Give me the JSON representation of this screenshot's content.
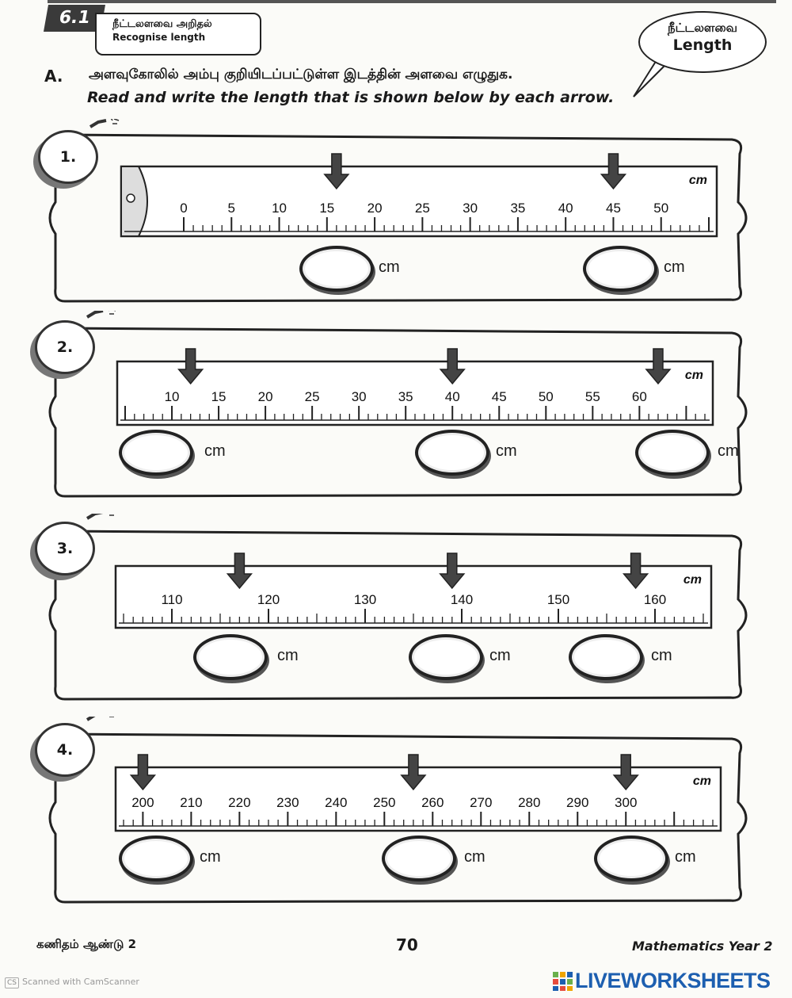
{
  "header": {
    "lesson_number": "6.1",
    "lesson_title_ta": "நீட்டலளவை அறிதல்",
    "lesson_title_en": "Recognise length",
    "bubble_ta": "நீட்டலளவை",
    "bubble_en": "Length"
  },
  "instruction": {
    "letter": "A.",
    "text_ta": "அளவுகோலில் அம்பு குறியிடப்பட்டுள்ள இடத்தின் அளவை எழுதுக.",
    "text_en": "Read and write the length that is shown below by each arrow."
  },
  "exercises": [
    {
      "number": "1.",
      "unit_label": "cm",
      "has_zero_end": true,
      "scale_start": 0,
      "scale_end": 55,
      "minor_step": 1,
      "label_step": 5,
      "labels": [
        "0",
        "5",
        "10",
        "15",
        "20",
        "25",
        "30",
        "35",
        "40",
        "45",
        "50"
      ],
      "arrows": [
        16,
        45
      ],
      "answers": [
        {
          "value": "",
          "unit": "cm"
        },
        {
          "value": "",
          "unit": "cm"
        }
      ]
    },
    {
      "number": "2.",
      "unit_label": "cm",
      "has_zero_end": false,
      "scale_start": 5,
      "scale_end": 67,
      "minor_step": 1,
      "label_step": 5,
      "labels": [
        "10",
        "15",
        "20",
        "25",
        "30",
        "35",
        "40",
        "45",
        "50",
        "55",
        "60"
      ],
      "arrows": [
        12,
        40,
        62
      ],
      "answers": [
        {
          "value": "",
          "unit": "cm"
        },
        {
          "value": "",
          "unit": "cm"
        },
        {
          "value": "",
          "unit": "cm"
        }
      ]
    },
    {
      "number": "3.",
      "unit_label": "cm",
      "has_zero_end": false,
      "scale_start": 105,
      "scale_end": 165,
      "minor_step": 1,
      "label_step": 10,
      "labels": [
        "110",
        "120",
        "130",
        "140",
        "150",
        "160"
      ],
      "arrows": [
        117,
        139,
        158
      ],
      "answers": [
        {
          "value": "",
          "unit": "cm"
        },
        {
          "value": "",
          "unit": "cm"
        },
        {
          "value": "",
          "unit": "cm"
        }
      ]
    },
    {
      "number": "4.",
      "unit_label": "cm",
      "has_zero_end": false,
      "scale_start": 196,
      "scale_end": 318,
      "minor_step": 2,
      "label_step": 10,
      "labels": [
        "200",
        "210",
        "220",
        "230",
        "240",
        "250",
        "260",
        "270",
        "280",
        "290",
        "300"
      ],
      "arrows": [
        200,
        256,
        300
      ],
      "answers": [
        {
          "value": "",
          "unit": "cm"
        },
        {
          "value": "",
          "unit": "cm"
        },
        {
          "value": "",
          "unit": "cm"
        }
      ]
    }
  ],
  "footer": {
    "left": "கணிதம் ஆண்டு 2",
    "page": "70",
    "right": "Mathematics Year 2",
    "scanner": "Scanned with CamScanner",
    "scanner_icon": "CS",
    "brand": "LIVEWORKSHEETS"
  }
}
